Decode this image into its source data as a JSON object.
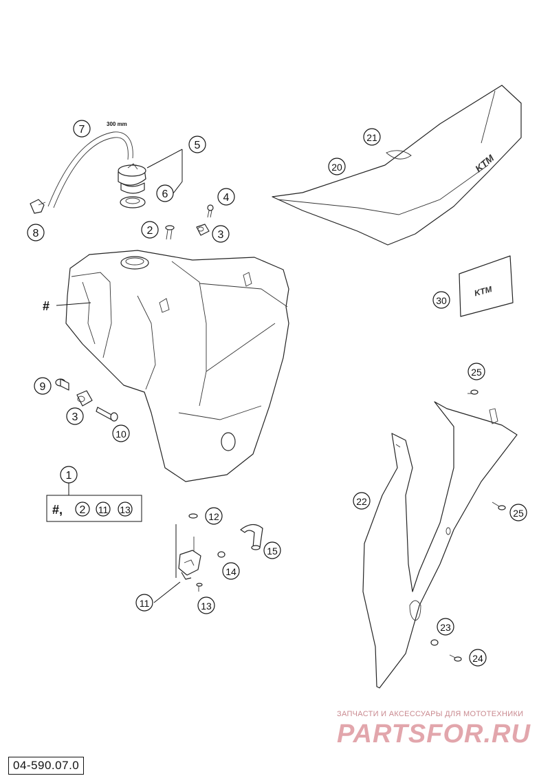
{
  "diagram": {
    "ref_code": "04-590.07.0",
    "hose_length_label": "300 mm",
    "tank_label": "#",
    "kit_label": {
      "prefix": "#,",
      "items": [
        "2",
        "11",
        "13"
      ]
    },
    "callouts": [
      "1",
      "2",
      "3",
      "3",
      "4",
      "5",
      "6",
      "7",
      "8",
      "9",
      "10",
      "11",
      "12",
      "13",
      "13",
      "14",
      "15",
      "20",
      "21",
      "22",
      "23",
      "24",
      "25",
      "25",
      "30"
    ],
    "seat_logo": "KTM",
    "sticker_logo": "KTM"
  },
  "watermark": {
    "caption": "ЗАПЧАСТИ И АКСЕССУАРЫ ДЛЯ МОТОТЕХНИКИ",
    "site": "PARTSFOR.RU"
  }
}
